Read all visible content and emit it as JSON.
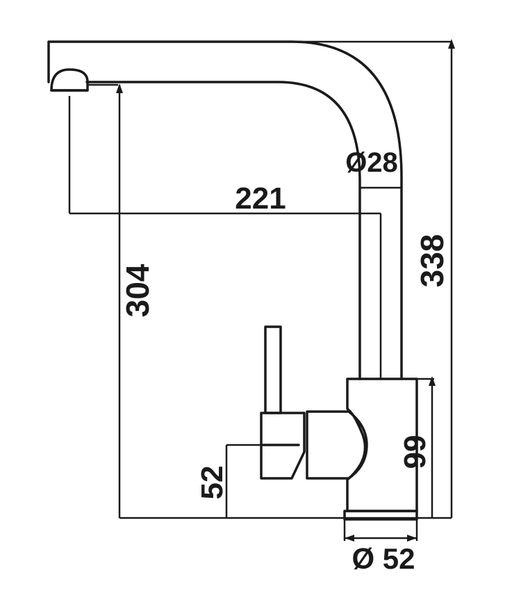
{
  "dimensions": {
    "spout_reach": "221",
    "spout_height": "304",
    "total_height": "338",
    "tube_diameter": "Ø28",
    "body_height": "99",
    "handle_height": "52",
    "base_diameter": "Ø 52"
  },
  "colors": {
    "line": "#1a1a1a",
    "background": "#ffffff"
  }
}
